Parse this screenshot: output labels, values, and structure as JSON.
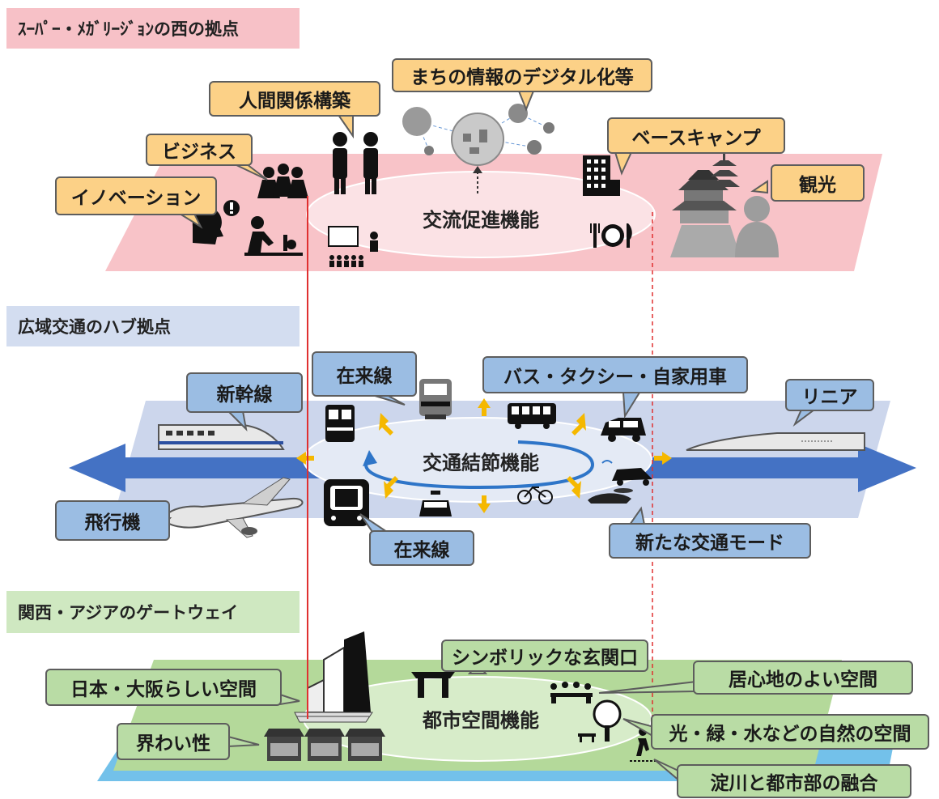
{
  "layers": {
    "top": {
      "header": "ｽｰﾊﾟｰ・ﾒｶﾞﾘｰｼﾞｮﾝの西の拠点",
      "center": "交流促進機能",
      "callouts": [
        "まちの情報のデジタル化等",
        "人間関係構築",
        "ビジネス",
        "イノベーション",
        "ベースキャンプ",
        "観光"
      ]
    },
    "middle": {
      "header": "広域交通のハブ拠点",
      "center": "交通結節機能",
      "callouts": [
        "在来線",
        "バス・タクシー・自家用車",
        "新幹線",
        "リニア",
        "飛行機",
        "在来線",
        "新たな交通モード"
      ]
    },
    "bottom": {
      "header": "関西・アジアのゲートウェイ",
      "center": "都市空間機能",
      "callouts": [
        "シンボリックな玄関口",
        "日本・大阪らしい空間",
        "居心地のよい空間",
        "光・緑・水などの自然の空間",
        "界わい性",
        "淀川と都市部の融合"
      ]
    }
  },
  "colors": {
    "top_layer": "#f7b8be",
    "middle_layer": "#c6d2ea",
    "bottom_layer": "#b4d99a",
    "arrow": "#4472c4",
    "small_arrow": "#f5b800",
    "guide_line": "#e03030"
  }
}
